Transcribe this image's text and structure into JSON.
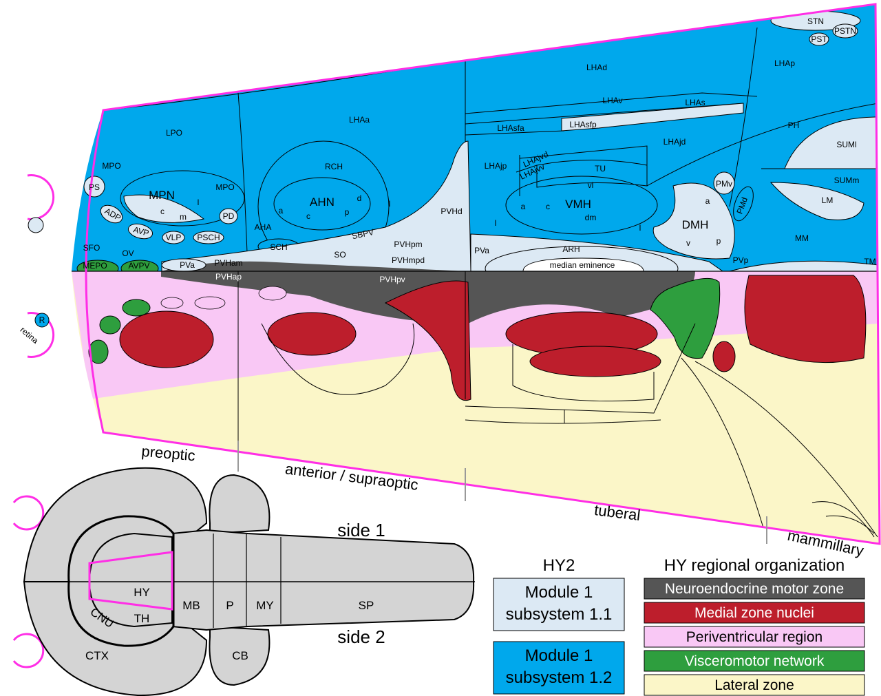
{
  "colors": {
    "subsystem_1_1": "#dce9f4",
    "subsystem_1_2": "#00a8ec",
    "neuroendocrine": "#555555",
    "medial": "#bd1e2c",
    "periventricular": "#f9c8f5",
    "visceromotor": "#2e9e3e",
    "lateral": "#fbf6c8",
    "outline": "#ff2ee6",
    "brain_fill": "#d4d4d4"
  },
  "regions": {
    "LPO": "LPO",
    "LHAa": "LHAa",
    "LHAd": "LHAd",
    "LHAp": "LHAp",
    "STN": "STN",
    "PST": "PST",
    "PSTN": "PSTN",
    "LHAv": "LHAv",
    "LHAs": "LHAs",
    "LHAsfa": "LHAsfa",
    "LHAsfp": "LHAsfp",
    "PH": "PH",
    "SUMl": "SUMl",
    "SUMm": "SUMm",
    "LHAjd": "LHAjd",
    "LHAjp": "LHAjp",
    "LHAjvd": "LHAjvd",
    "LHAjvv": "LHAjvv",
    "TU": "TU",
    "vl": "vl",
    "VMH": "VMH",
    "VMH_a": "a",
    "VMH_c": "c",
    "VMH_dm": "dm",
    "VMH_l": "l",
    "l2": "l",
    "LM": "LM",
    "MM": "MM",
    "PMv": "PMv",
    "PMd": "PMd",
    "DMH": "DMH",
    "DMH_a": "a",
    "DMH_v": "v",
    "DMH_p": "p",
    "MPO": "MPO",
    "MPO2": "MPO",
    "MPN": "MPN",
    "MPN_c": "c",
    "MPN_m": "m",
    "MPN_l": "l",
    "PS": "PS",
    "PD": "PD",
    "ADP": "ADP",
    "AVP": "AVP",
    "VLP": "VLP",
    "PSCH": "PSCH",
    "RCH": "RCH",
    "AHN": "AHN",
    "AHN_a": "a",
    "AHN_c": "c",
    "AHN_p": "p",
    "AHN_d": "d",
    "AHN_l": "l",
    "AHA": "AHA",
    "SCH": "SCH",
    "SBPV": "SBPV",
    "SO": "SO",
    "PVHd": "PVHd",
    "PVHpm": "PVHpm",
    "PVHmpd": "PVHmpd",
    "PVa": "PVa",
    "PVa2": "PVa",
    "PVHam": "PVHam",
    "PVHap": "PVHap",
    "PVHpv": "PVHpv",
    "ARH": "ARH",
    "median_eminence": "median eminence",
    "PVp": "PVp",
    "TM": "TM",
    "SFO": "SFO",
    "OV": "OV",
    "MEPO": "MEPO",
    "AVPV": "AVPV",
    "R": "R",
    "retina": "retina",
    "l3": "l"
  },
  "zones": {
    "preoptic": "preoptic",
    "anterior": "anterior / supraoptic",
    "tuberal": "tuberal",
    "mammillary": "mammillary"
  },
  "brain": {
    "HY": "HY",
    "TH": "TH",
    "MB": "MB",
    "P": "P",
    "MY": "MY",
    "SP": "SP",
    "CNU": "CNU",
    "CTX": "CTX",
    "CB": "CB",
    "side1": "side 1",
    "side2": "side 2"
  },
  "hy2": {
    "title": "HY2",
    "box1_line1": "Module 1",
    "box1_line2": "subsystem 1.1",
    "box2_line1": "Module 1",
    "box2_line2": "subsystem 1.2"
  },
  "legend": {
    "title": "HY regional organization",
    "items": [
      {
        "label": "Neuroendocrine motor zone",
        "color": "#555555",
        "text_color": "#ffffff"
      },
      {
        "label": "Medial zone nuclei",
        "color": "#bd1e2c",
        "text_color": "#ffffff"
      },
      {
        "label": "Periventricular region",
        "color": "#f9c8f5",
        "text_color": "#000000"
      },
      {
        "label": "Visceromotor network",
        "color": "#2e9e3e",
        "text_color": "#ffffff"
      },
      {
        "label": "Lateral zone",
        "color": "#fbf6c8",
        "text_color": "#000000"
      }
    ]
  }
}
